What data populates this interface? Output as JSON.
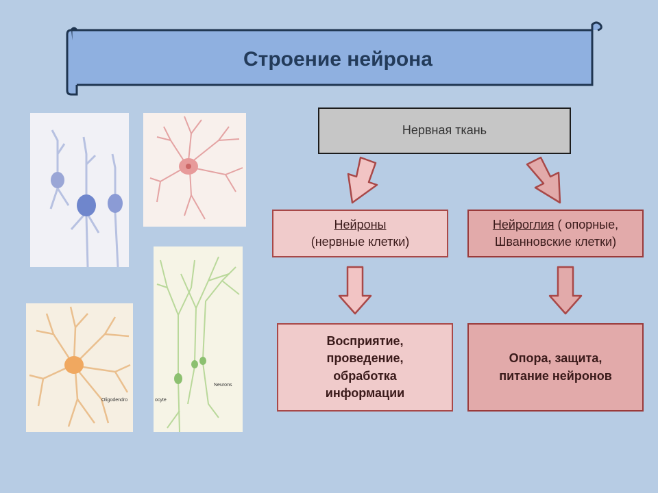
{
  "title": "Строение нейрона",
  "diagram": {
    "root": "Нервная ткань",
    "left": {
      "name": "Нейроны",
      "subtitle": "(нервные клетки)",
      "function_lines": [
        "Восприятие,",
        "проведение,",
        "обработка",
        "информации"
      ]
    },
    "right": {
      "name": "Нейроглия",
      "rest_line1": " ( опорные,",
      "line2": "Шванновские клетки)",
      "function_lines": [
        "Опора, защита,",
        "питание нейронов"
      ]
    }
  },
  "images": {
    "caption_oligo": "Oligodendro",
    "caption_cyte": "ocyte",
    "caption_neurons": "Neurons"
  },
  "colors": {
    "background": "#b7cce4",
    "banner_fill": "#8fb0e0",
    "banner_border": "#1f3550",
    "root_fill": "#c6c6c6",
    "neuron_box_fill": "#f0cbcb",
    "glia_box_fill": "#e2aaaa",
    "arrow_fill": "#f2c4c4",
    "arrow_border": "#a84848"
  }
}
